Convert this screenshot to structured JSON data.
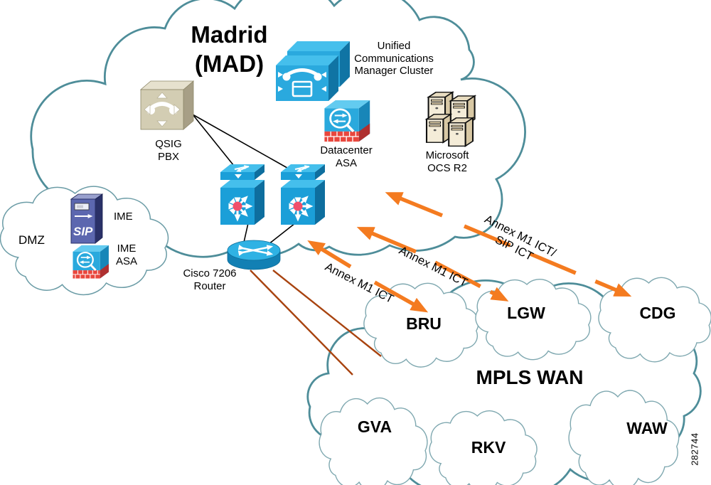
{
  "title": {
    "line1": "Madrid",
    "line2": "(MAD)"
  },
  "madrid_devices": {
    "ucm": "Unified Communications Manager Cluster",
    "qsig_pbx": "QSIG PBX",
    "datacenter_asa": "Datacenter ASA",
    "ms_ocs": "Microsoft OCS R2",
    "router": "Cisco 7206 Router"
  },
  "dmz": {
    "label": "DMZ",
    "ime": "IME",
    "ime_asa": "IME ASA",
    "ime_icon_text": "SIP"
  },
  "wan": {
    "label": "MPLS WAN",
    "sites": {
      "bru": "BRU",
      "lgw": "LGW",
      "cdg": "CDG",
      "gva": "GVA",
      "rkv": "RKV",
      "waw": "WAW"
    }
  },
  "trunks": {
    "bru_label": "Annex M1 ICT",
    "lgw_label": "Annex M1 ICT",
    "cdg_label_line1": "Annex M1 ICT/",
    "cdg_label_line2": "SIP ICT"
  },
  "watermark": "282744",
  "colors": {
    "cloud_stroke": "#4E8D99",
    "site_cloud_stroke": "#7FA8B0",
    "orange": "#F47B20",
    "brown": "#A8430F",
    "device_blue": "#2AA9DE",
    "device_blue_dark": "#1074A4",
    "device_blue_light": "#45BFEC",
    "asa_brick_red": "#E9473D",
    "pbx_tan": "#D3CDB3",
    "ime_navy": "#5C67AF",
    "ocs_beige": "#F4ECD8",
    "switch_dot_red": "#F0506A"
  }
}
